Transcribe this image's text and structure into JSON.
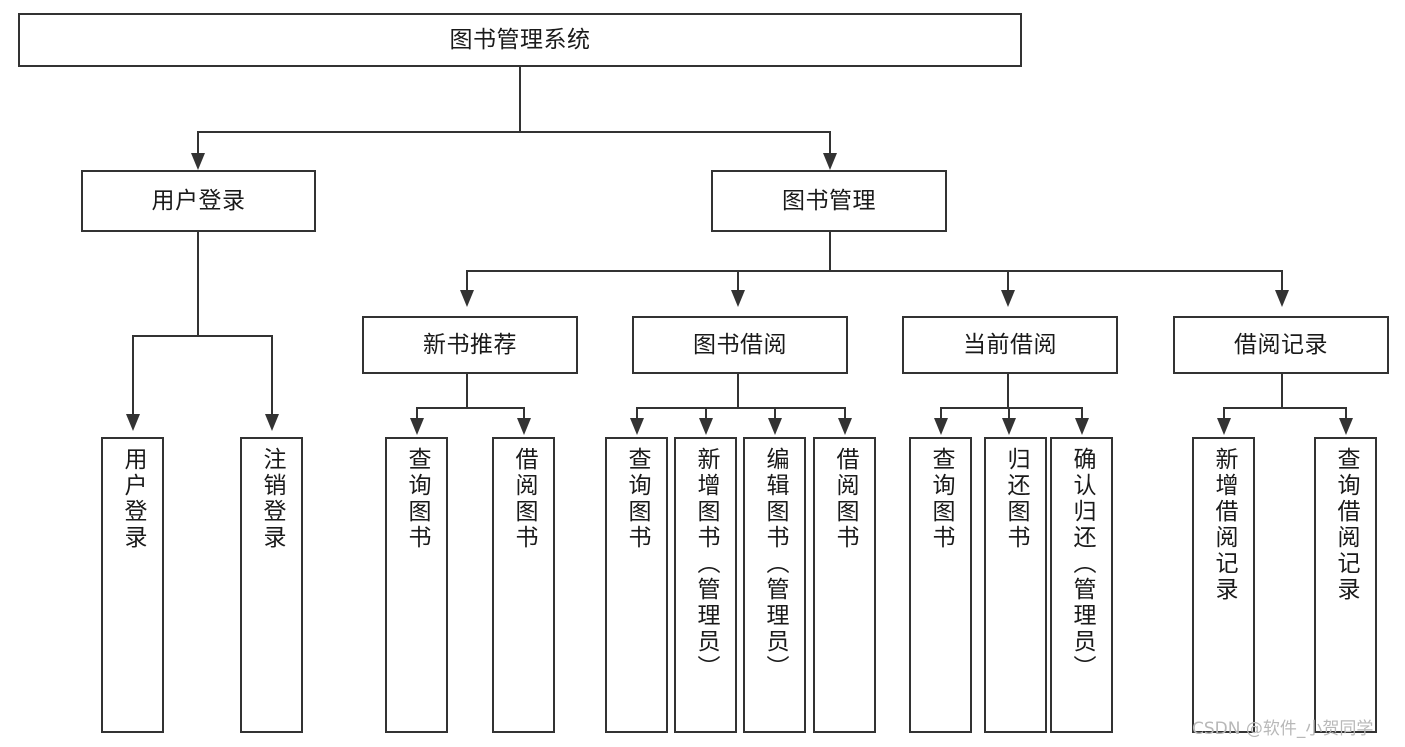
{
  "diagram": {
    "title": "图书管理系统",
    "type": "hierarchy-tree",
    "root": {
      "id": "root",
      "label": "图书管理系统"
    },
    "level2": [
      {
        "id": "user-login",
        "label": "用户登录"
      },
      {
        "id": "book-manage",
        "label": "图书管理"
      }
    ],
    "level3": [
      {
        "id": "new-book-recommend",
        "label": "新书推荐",
        "parent": "book-manage"
      },
      {
        "id": "book-borrow",
        "label": "图书借阅",
        "parent": "book-manage"
      },
      {
        "id": "current-borrow",
        "label": "当前借阅",
        "parent": "book-manage"
      },
      {
        "id": "borrow-record",
        "label": "借阅记录",
        "parent": "book-manage"
      }
    ],
    "leaves": [
      {
        "id": "leaf-user-login",
        "label": "用户登录",
        "parent": "user-login"
      },
      {
        "id": "leaf-logout-login",
        "label": "注销登录",
        "parent": "user-login"
      },
      {
        "id": "leaf-query-book-1",
        "label": "查询图书",
        "parent": "new-book-recommend"
      },
      {
        "id": "leaf-borrow-book-1",
        "label": "借阅图书",
        "parent": "new-book-recommend"
      },
      {
        "id": "leaf-query-book-2",
        "label": "查询图书",
        "parent": "book-borrow"
      },
      {
        "id": "leaf-add-book",
        "label": "新增图书（管理员）",
        "parent": "book-borrow"
      },
      {
        "id": "leaf-edit-book",
        "label": "编辑图书（管理员）",
        "parent": "book-borrow"
      },
      {
        "id": "leaf-borrow-book-2",
        "label": "借阅图书",
        "parent": "book-borrow"
      },
      {
        "id": "leaf-query-book-3",
        "label": "查询图书",
        "parent": "current-borrow"
      },
      {
        "id": "leaf-return-book",
        "label": "归还图书",
        "parent": "current-borrow"
      },
      {
        "id": "leaf-confirm-return",
        "label": "确认归还（管理员）",
        "parent": "current-borrow"
      },
      {
        "id": "leaf-add-record",
        "label": "新增借阅记录",
        "parent": "borrow-record"
      },
      {
        "id": "leaf-query-record",
        "label": "查询借阅记录",
        "parent": "borrow-record"
      }
    ]
  },
  "watermark": {
    "text": "CSDN @软件_小贺同学"
  },
  "colors": {
    "stroke": "#333333",
    "fill": "#ffffff",
    "text": "#1a1a1a",
    "watermark": "#b8b8b8"
  }
}
